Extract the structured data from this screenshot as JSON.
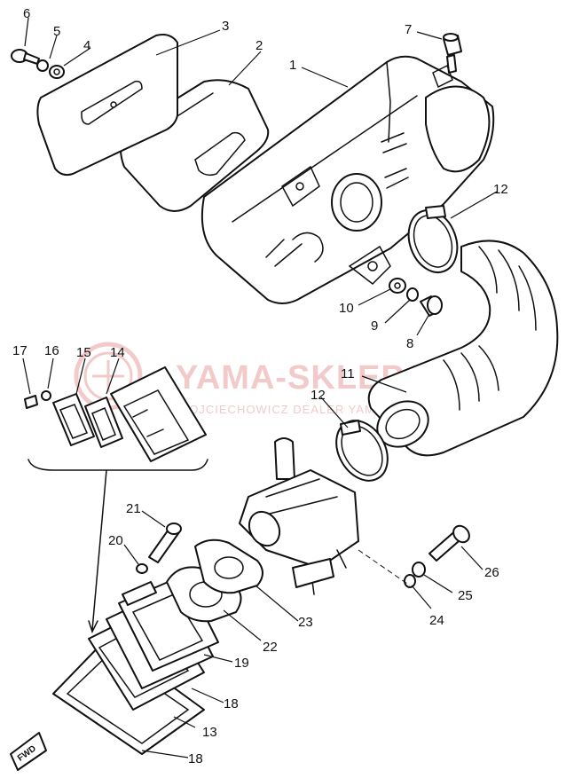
{
  "watermark": {
    "title": "YAMA-SKLEP.PL",
    "subtitle": "WOJCIECHOWICZ DEALER YAMAHA",
    "color": "#e8a0a0"
  },
  "fwd_label": "FWD",
  "callouts": {
    "p1": "1",
    "p2": "2",
    "p3": "3",
    "p4": "4",
    "p5": "5",
    "p6": "6",
    "p7": "7",
    "p8": "8",
    "p9": "9",
    "p10": "10",
    "p11": "11",
    "p12a": "12",
    "p12b": "12",
    "p13": "13",
    "p14": "14",
    "p15": "15",
    "p16": "16",
    "p17": "17",
    "p18a": "18",
    "p18b": "18",
    "p19": "19",
    "p20": "20",
    "p21": "21",
    "p22": "22",
    "p23": "23",
    "p24": "24",
    "p25": "25",
    "p26": "26"
  },
  "colors": {
    "line": "#111111",
    "paper": "#ffffff"
  }
}
